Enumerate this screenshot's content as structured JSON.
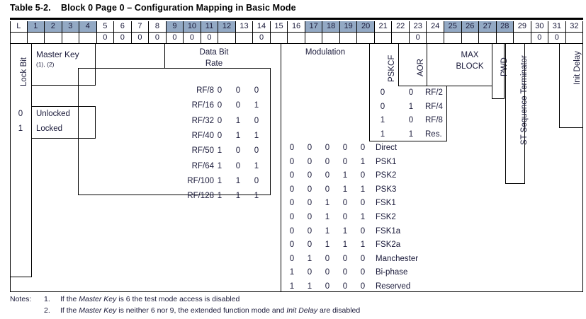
{
  "title": {
    "number": "Table 5-2.",
    "text": "Block 0 Page 0 – Configuration Mapping in Basic Mode"
  },
  "header": {
    "columns": [
      "L",
      "1",
      "2",
      "3",
      "4",
      "5",
      "6",
      "7",
      "8",
      "9",
      "10",
      "11",
      "12",
      "13",
      "14",
      "15",
      "16",
      "17",
      "18",
      "19",
      "20",
      "21",
      "22",
      "23",
      "24",
      "25",
      "26",
      "27",
      "28",
      "29",
      "30",
      "31",
      "32"
    ],
    "shaded": [
      false,
      true,
      true,
      true,
      true,
      false,
      false,
      false,
      false,
      true,
      true,
      true,
      true,
      false,
      false,
      false,
      false,
      true,
      true,
      true,
      true,
      false,
      false,
      false,
      false,
      true,
      true,
      true,
      true,
      false,
      false,
      false,
      false
    ],
    "shade_color": "#93a9c4"
  },
  "fixed_bits_row": [
    "",
    "",
    "",
    "",
    "",
    "0",
    "0",
    "0",
    "0",
    "0",
    "0",
    "0",
    "",
    "",
    "0",
    "",
    "",
    "",
    "",
    "",
    "",
    "",
    "",
    "0",
    "",
    "",
    "",
    "",
    "",
    "",
    "0",
    "0",
    ""
  ],
  "groups": {
    "lock_bit": "Lock Bit",
    "master_key": "Master Key",
    "master_key_notes": "(1), (2)",
    "data_bit_rate": "Data Bit\nRate",
    "modulation": "Modulation",
    "pskcf": "PSKCF",
    "aor": "AOR",
    "max_block": "MAX\nBLOCK",
    "pwd": "PWD",
    "st_sequence_terminator": "ST Sequence Terminator",
    "init_delay": "Init Delay"
  },
  "lock_bit_values": [
    {
      "bit": "0",
      "label": "Unlocked"
    },
    {
      "bit": "1",
      "label": "Locked"
    }
  ],
  "data_bit_rate_table": [
    {
      "name": "RF/8",
      "bits": [
        "0",
        "0",
        "0"
      ]
    },
    {
      "name": "RF/16",
      "bits": [
        "0",
        "0",
        "1"
      ]
    },
    {
      "name": "RF/32",
      "bits": [
        "0",
        "1",
        "0"
      ]
    },
    {
      "name": "RF/40",
      "bits": [
        "0",
        "1",
        "1"
      ]
    },
    {
      "name": "RF/50",
      "bits": [
        "1",
        "0",
        "0"
      ]
    },
    {
      "name": "RF/64",
      "bits": [
        "1",
        "0",
        "1"
      ]
    },
    {
      "name": "RF/100",
      "bits": [
        "1",
        "1",
        "0"
      ]
    },
    {
      "name": "RF/128",
      "bits": [
        "1",
        "1",
        "1"
      ]
    }
  ],
  "pskcf_table": [
    {
      "bits": [
        "0",
        "0"
      ],
      "name": "RF/2"
    },
    {
      "bits": [
        "0",
        "1"
      ],
      "name": "RF/4"
    },
    {
      "bits": [
        "1",
        "0"
      ],
      "name": "RF/8"
    },
    {
      "bits": [
        "1",
        "1"
      ],
      "name": "Res."
    }
  ],
  "modulation_table": [
    {
      "bits": [
        "0",
        "0",
        "0",
        "0",
        "0"
      ],
      "name": "Direct"
    },
    {
      "bits": [
        "0",
        "0",
        "0",
        "0",
        "1"
      ],
      "name": "PSK1"
    },
    {
      "bits": [
        "0",
        "0",
        "0",
        "1",
        "0"
      ],
      "name": "PSK2"
    },
    {
      "bits": [
        "0",
        "0",
        "0",
        "1",
        "1"
      ],
      "name": "PSK3"
    },
    {
      "bits": [
        "0",
        "0",
        "1",
        "0",
        "0"
      ],
      "name": "FSK1"
    },
    {
      "bits": [
        "0",
        "0",
        "1",
        "0",
        "1"
      ],
      "name": "FSK2"
    },
    {
      "bits": [
        "0",
        "0",
        "1",
        "1",
        "0"
      ],
      "name": "FSK1a"
    },
    {
      "bits": [
        "0",
        "0",
        "1",
        "1",
        "1"
      ],
      "name": "FSK2a"
    },
    {
      "bits": [
        "0",
        "1",
        "0",
        "0",
        "0"
      ],
      "name": "Manchester"
    },
    {
      "bits": [
        "1",
        "0",
        "0",
        "0",
        "0"
      ],
      "name": "Bi-phase"
    },
    {
      "bits": [
        "1",
        "1",
        "0",
        "0",
        "0"
      ],
      "name": "Reserved"
    }
  ],
  "notes": {
    "label": "Notes:",
    "items": [
      {
        "num": "1.",
        "pre": "If the ",
        "em1": "Master Key",
        "mid": " is 6 the test mode access is disabled",
        "em2": "",
        "post": ""
      },
      {
        "num": "2.",
        "pre": "If the ",
        "em1": "Master Key",
        "mid": " is neither 6 nor 9, the extended function mode and ",
        "em2": "Init Delay",
        "post": " are disabled"
      }
    ]
  }
}
